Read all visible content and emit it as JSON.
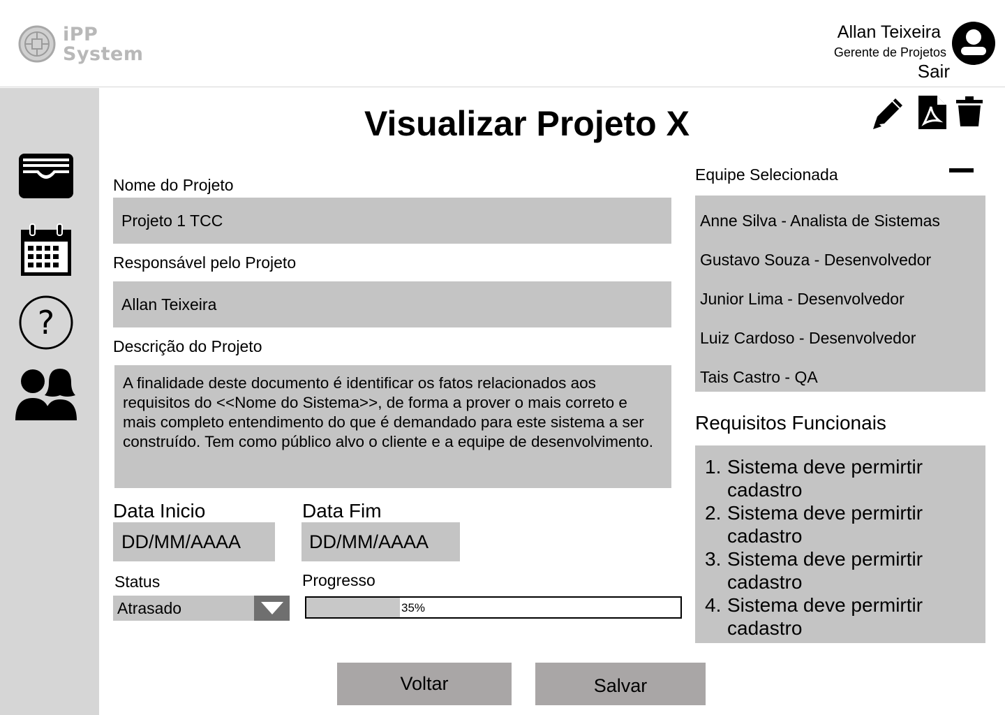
{
  "header": {
    "logo_line1": "iPP",
    "logo_line2": "System",
    "user_name": "Allan Teixeira",
    "user_role": "Gerente de Projetos",
    "logout_label": "Sair"
  },
  "sidebar": {
    "items": [
      {
        "icon": "wallet-icon"
      },
      {
        "icon": "calendar-icon"
      },
      {
        "icon": "help-icon"
      },
      {
        "icon": "team-icon"
      }
    ]
  },
  "page": {
    "title": "Visualizar Projeto X",
    "toolbar": [
      "edit-icon",
      "pdf-icon",
      "trash-icon"
    ]
  },
  "form": {
    "project_name_label": "Nome do Projeto",
    "project_name_value": "Projeto 1 TCC",
    "owner_label": "Responsável pelo Projeto",
    "owner_value": "Allan Teixeira",
    "description_label": "Descrição do Projeto",
    "description_value": "A finalidade deste documento é identificar os fatos relacionados aos requisitos do <<Nome do Sistema>>, de forma a prover o mais correto e mais completo entendimento do que é demandado para este sistema a ser construído. Tem como público alvo o cliente e a equipe de desenvolvimento.",
    "start_label": "Data Inicio",
    "start_placeholder": "DD/MM/AAAA",
    "end_label": "Data Fim",
    "end_placeholder": "DD/MM/AAAA",
    "status_label": "Status",
    "status_value": "Atrasado",
    "progress_label": "Progresso",
    "progress_text": "35%",
    "progress_value": 0.25
  },
  "team": {
    "title": "Equipe Selecionada",
    "members": [
      "Anne Silva - Analista de Sistemas",
      "Gustavo Souza - Desenvolvedor",
      "Junior Lima - Desenvolvedor",
      "Luiz Cardoso - Desenvolvedor",
      "Tais Castro - QA"
    ]
  },
  "requirements": {
    "title": "Requisitos Funcionais",
    "items": [
      {
        "num": "1.",
        "text": "Sistema deve permirtir cadastro"
      },
      {
        "num": "2.",
        "text": "Sistema deve permirtir cadastro"
      },
      {
        "num": "3.",
        "text": "Sistema deve permirtir cadastro"
      },
      {
        "num": "4.",
        "text": "Sistema deve permirtir cadastro"
      }
    ]
  },
  "buttons": {
    "back_label": "Voltar",
    "save_label": "Salvar"
  }
}
